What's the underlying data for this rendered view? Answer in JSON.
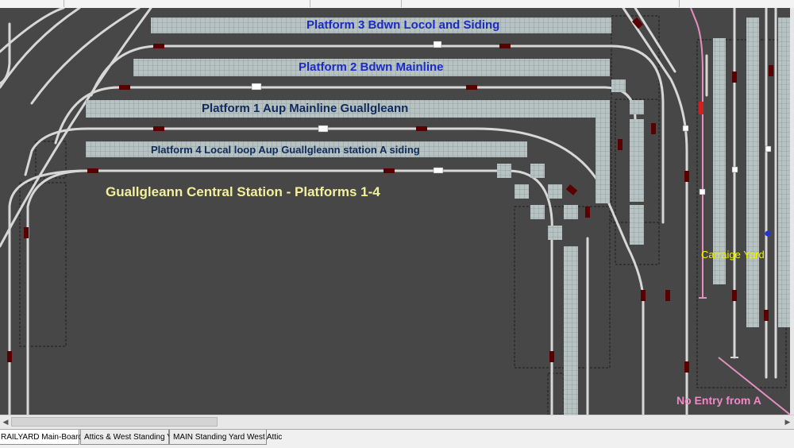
{
  "platforms": {
    "p3": "Platform 3 Bdwn Locol and Siding",
    "p2": "Platform 2 Bdwn Mainline",
    "p1": "Platform 1 Aup Mainline Guallgleann",
    "p4": "Platform 4 Local loop Aup Guallgleann station A siding"
  },
  "station_title": "Guallgleann Central Station - Platforms 1-4",
  "carriage_yard": "Carraige Yard",
  "no_entry": "No Entry from A",
  "tabs": [
    {
      "label": "RAILYARD Main-Board Tab",
      "active": true
    },
    {
      "label": "Attics & West Standing Yard",
      "active": false
    },
    {
      "label": "MAIN Standing Yard West Attic",
      "active": false
    }
  ],
  "colors": {
    "board": "#474747",
    "track": "#d7d7d7",
    "platform": "#b7c2c2",
    "signal_red": "#5a0000",
    "label_blue": "#1a2bc6",
    "label_navy": "#102a5c",
    "label_yellow": "#f3ef9c",
    "pink": "#ee88c6"
  },
  "icons": {
    "scroll_left": "arrow-left-icon",
    "scroll_right": "arrow-right-icon"
  }
}
